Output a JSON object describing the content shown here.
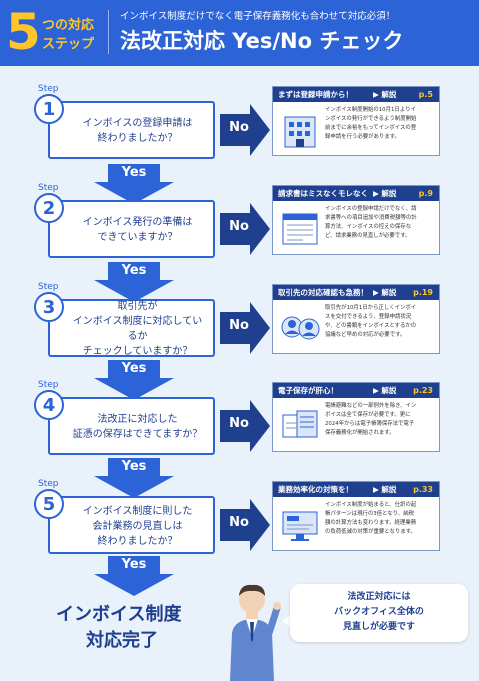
{
  "header": {
    "number": "5",
    "sub1": "つの対応",
    "sub2": "ステップ",
    "small": "インボイス制度だけでなく電子保存義務化も合わせて対応必須！",
    "title": "法改正対応 Yes/No チェック"
  },
  "colors": {
    "primary": "#2c63d6",
    "navy": "#1f3f8f",
    "accent": "#ffc62b",
    "background": "#e9f1fb"
  },
  "labels": {
    "step": "Step",
    "no": "No",
    "yes": "Yes",
    "kaisetsu": "解説"
  },
  "steps": [
    {
      "number": "1",
      "question": "インボイスの登録申請は\n終わりましたか？",
      "info_title": "まずは登録申請から！",
      "page": "p.5",
      "illustration": "building-icon",
      "info_text": "インボイス制度開始の10月1日よりイ\nンボイスの発行ができるよう制度開始\n前までに余裕をもってインボイスの登\n録申請を行う必要があります。"
    },
    {
      "number": "2",
      "question": "インボイス発行の準備は\nできていますか？",
      "info_title": "請求書はミスなくモレなく",
      "page": "p.9",
      "illustration": "invoice-document-icon",
      "info_text": "インボイスの登録申請だけでなく、請\n求書等への項目追加や消費税額等の計\n算方法、インボイスの控えの保存な\nど、請求業務の見直しが必要です。"
    },
    {
      "number": "3",
      "question": "取引先が\nインボイス制度に対応しているか\nチェックしていますか？",
      "info_title": "取引先の対応確認も急務！",
      "page": "p.19",
      "illustration": "people-icon",
      "info_text": "取引先が10月1日から正しくインボイ\nスを交付できるよう、登録申請状況\nや、どの書類をインボイスとするかの\n協議など早めの対応が必要です。"
    },
    {
      "number": "4",
      "question": "法改正に対応した\n証憑の保存はできてますか？",
      "info_title": "電子保存が肝心！",
      "page": "p.23",
      "illustration": "documents-icon",
      "info_text": "電帳避難などの一部例外を除き、イン\nボイスは全て保存が必要です。更に\n2024年からは電子帳簿保存法で電子\n保存義務化が開始されます。"
    },
    {
      "number": "5",
      "question": "インボイス制度に則した\n会計業務の見直しは\n終わりましたか？",
      "info_title": "業務効率化の対策を！",
      "page": "p.33",
      "illustration": "computer-icon",
      "info_text": "インボイス制度が始まると、仕訳の起\n帳パターンは現行の3倍となり、納税\n額の計算方法も変わります。経理業務\nの負荷低減の対策が重要となります。"
    }
  ],
  "completion": {
    "line1": "インボイス制度",
    "line2": "対応完了",
    "bubble": "法改正対応には\nバックオフィス全体の\n見直しが必要です"
  }
}
